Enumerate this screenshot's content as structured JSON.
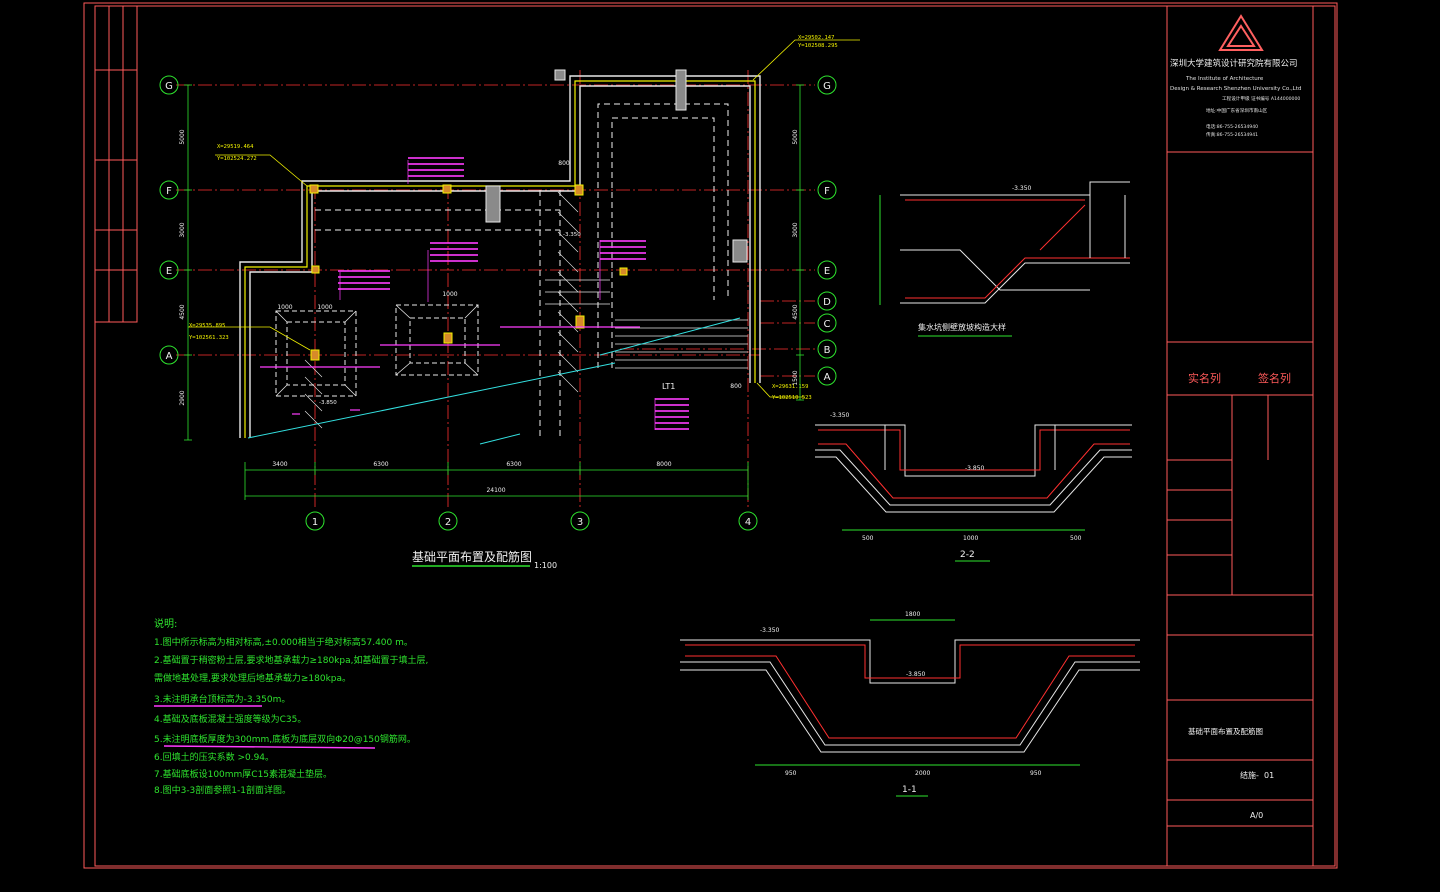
{
  "colors": {
    "frame": "#ff5a5a",
    "wall": "#e7e7e7",
    "yellow": "#f2f200",
    "green": "#2ee32e",
    "cyan": "#33e0e0",
    "magenta": "#ff3cff",
    "red": "#ff3030",
    "white": "#f0f0f0",
    "gray": "#9a9a9a"
  },
  "axes": {
    "letters_left": [
      "G",
      "F",
      "E",
      "A"
    ],
    "letters_right": [
      "G",
      "F",
      "E",
      "D",
      "C",
      "B",
      "A"
    ],
    "numbers": [
      "1",
      "2",
      "3",
      "4"
    ]
  },
  "dims": {
    "bottom_segments": [
      "3400",
      "6300",
      "6300",
      "8000"
    ],
    "bottom_total": "24100",
    "left_stack": [
      "5000",
      "3000",
      "4500",
      "2900"
    ],
    "right_stack": [
      "5000",
      "3000",
      "4500",
      "1500"
    ],
    "upper_row": [
      "1000",
      "1000",
      "800",
      "1000",
      "800"
    ]
  },
  "coords": {
    "c1_x": "X=29502.147",
    "c1_y": "Y=102508.295",
    "c2_x": "X=29519.464",
    "c2_y": "Y=102524.272",
    "c3_x": "X=29535.895",
    "c3_y": "Y=102561.323",
    "c4_x": "X=29631.159",
    "c4_y": "Y=102510.523"
  },
  "labels": {
    "lt1": "LT1",
    "elev1": "-3.350",
    "elev2": "-3.850"
  },
  "plan_title": "基础平面布置及配筋图",
  "plan_scale": "1:100",
  "section_top": {
    "elev": "-3.350",
    "caption": "集水坑侧壁放坡构造大样"
  },
  "section_22": {
    "title": "2-2",
    "elev_a": "-3.350",
    "elev_b": "-3.850",
    "dims": [
      "500",
      "1000",
      "500"
    ]
  },
  "section_11": {
    "title": "1-1",
    "elev_a": "-3.350",
    "elev_b": "-3.850",
    "dim_top": "1800",
    "dims": [
      "950",
      "2000",
      "950"
    ]
  },
  "notes": {
    "heading": "说明:",
    "lines": [
      "1.图中所示标高为相对标高,±0.000相当于绝对标高57.400 m。",
      "2.基础置于稍密粉土层,要求地基承载力≥180kpa,如基础置于填土层,",
      "  需做地基处理,要求处理后地基承载力≥180kpa。",
      "3.未注明承台顶标高为-3.350m。",
      "4.基础及底板混凝土强度等级为C35。",
      "5.未注明底板厚度为300mm,底板为底层双向Φ20@150钢筋网。",
      "6.回填土的压实系数 >0.94。",
      "7.基础底板设100mm厚C15素混凝土垫层。",
      "8.图中3-3剖面参照1-1剖面详图。"
    ]
  },
  "title_block": {
    "company": "深圳大学建筑设计研究院有限公司",
    "company_en1": "The Institute of Architecture",
    "company_en2": "Design & Research Shenzhen University Co.,Ltd",
    "certificate": "工程设计甲级 证书编号 A144000000",
    "address": "地址:中国广东省深圳市南山区",
    "tel": "电话:86-755-26534940",
    "fax": "传真:86-755-26534941",
    "name_col": "实名列",
    "sign_col": "签名列",
    "sheet_title": "基础平面布置及配筋图",
    "sheet_no_label": "结施-",
    "sheet_no": "01",
    "size": "A/0"
  }
}
